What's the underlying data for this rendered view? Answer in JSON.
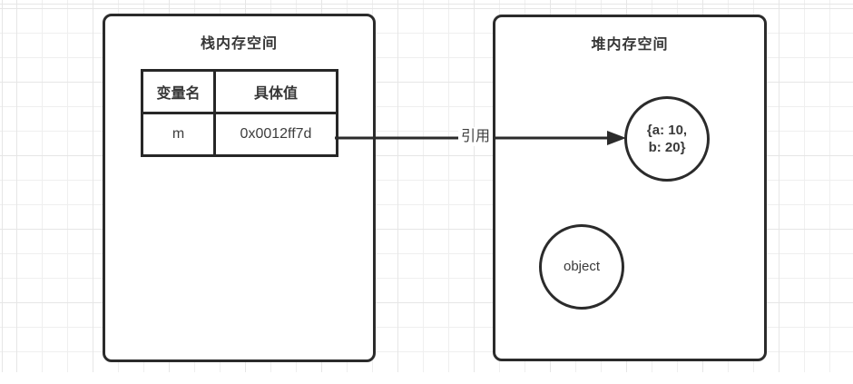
{
  "diagram": {
    "arrow": {
      "label": "引用"
    },
    "stack_box": {
      "title": "栈内存空间",
      "table": {
        "headers": [
          "变量名",
          "具体值"
        ],
        "rows": [
          [
            "m",
            "0x0012ff7d"
          ]
        ]
      }
    },
    "heap_box": {
      "title": "堆内存空间",
      "nodes": [
        {
          "name": "referenced-object",
          "lines": [
            "{a: 10,",
            "b: 20}"
          ]
        },
        {
          "name": "object-placeholder",
          "label": "object"
        }
      ]
    },
    "colors": {
      "stroke": "#2b2b2b",
      "text": "#3a3a3a",
      "grid_minor": "#efefef",
      "grid_major": "#e6e6e6",
      "background": "#ffffff"
    }
  }
}
